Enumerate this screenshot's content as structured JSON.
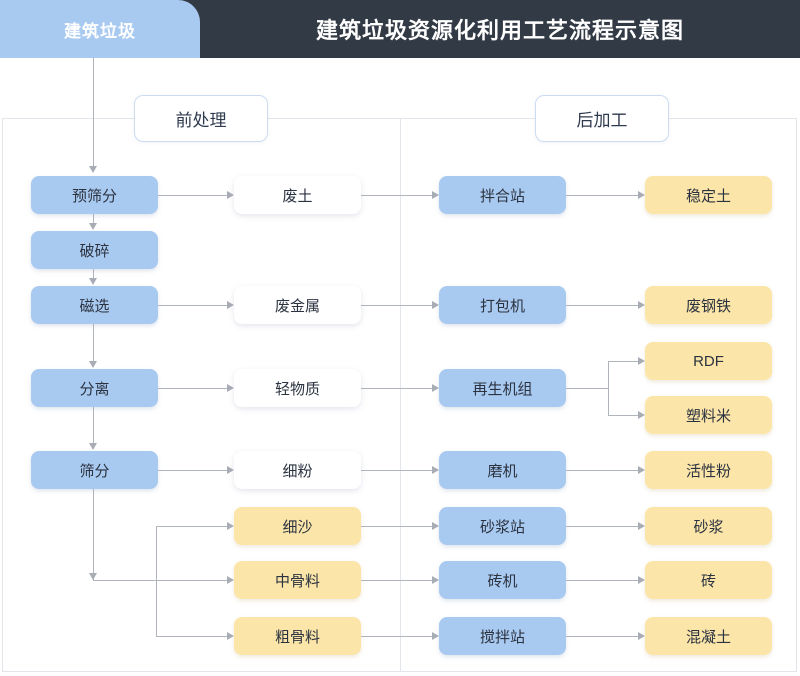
{
  "header": {
    "tab_label": "建筑垃圾",
    "title": "建筑垃圾资源化利用工艺流程示意图",
    "bar_color": "#323a45",
    "tab_color": "#a9caf0"
  },
  "stages": {
    "pre_label": "前处理",
    "post_label": "后加工"
  },
  "palette": {
    "process_blue": "#a9caf0",
    "product_yellow": "#fbe5a8",
    "material_white": "#ffffff",
    "connector_gray": "#b0b4bb",
    "frame_gray": "#e2e6ea"
  },
  "nodes": {
    "pre_process": [
      {
        "id": "pre-screen",
        "label": "预筛分",
        "kind": "process"
      },
      {
        "id": "crush",
        "label": "破碎",
        "kind": "process"
      },
      {
        "id": "magnetic",
        "label": "磁选",
        "kind": "process"
      },
      {
        "id": "separate",
        "label": "分离",
        "kind": "process"
      },
      {
        "id": "screen",
        "label": "筛分",
        "kind": "process"
      }
    ],
    "materials": [
      {
        "id": "waste-soil",
        "label": "废土",
        "kind": "material"
      },
      {
        "id": "waste-metal",
        "label": "废金属",
        "kind": "material"
      },
      {
        "id": "light-matter",
        "label": "轻物质",
        "kind": "material"
      },
      {
        "id": "fine-powder",
        "label": "细粉",
        "kind": "material"
      },
      {
        "id": "fine-sand",
        "label": "细沙",
        "kind": "product"
      },
      {
        "id": "mid-agg",
        "label": "中骨料",
        "kind": "product"
      },
      {
        "id": "coarse-agg",
        "label": "粗骨料",
        "kind": "product"
      }
    ],
    "post_process": [
      {
        "id": "mixing-station",
        "label": "拌合站",
        "kind": "process"
      },
      {
        "id": "baler",
        "label": "打包机",
        "kind": "process"
      },
      {
        "id": "recycle-unit",
        "label": "再生机组",
        "kind": "process"
      },
      {
        "id": "mill",
        "label": "磨机",
        "kind": "process"
      },
      {
        "id": "mortar-station",
        "label": "砂浆站",
        "kind": "process"
      },
      {
        "id": "brick-machine",
        "label": "砖机",
        "kind": "process"
      },
      {
        "id": "stir-station",
        "label": "搅拌站",
        "kind": "process"
      }
    ],
    "products": [
      {
        "id": "stable-soil",
        "label": "稳定土",
        "kind": "product"
      },
      {
        "id": "scrap-steel",
        "label": "废钢铁",
        "kind": "product"
      },
      {
        "id": "rdf",
        "label": "RDF",
        "kind": "product"
      },
      {
        "id": "plastic-grain",
        "label": "塑料米",
        "kind": "product"
      },
      {
        "id": "active-powder",
        "label": "活性粉",
        "kind": "product"
      },
      {
        "id": "mortar",
        "label": "砂浆",
        "kind": "product"
      },
      {
        "id": "brick",
        "label": "砖",
        "kind": "product"
      },
      {
        "id": "concrete",
        "label": "混凝土",
        "kind": "product"
      }
    ]
  }
}
